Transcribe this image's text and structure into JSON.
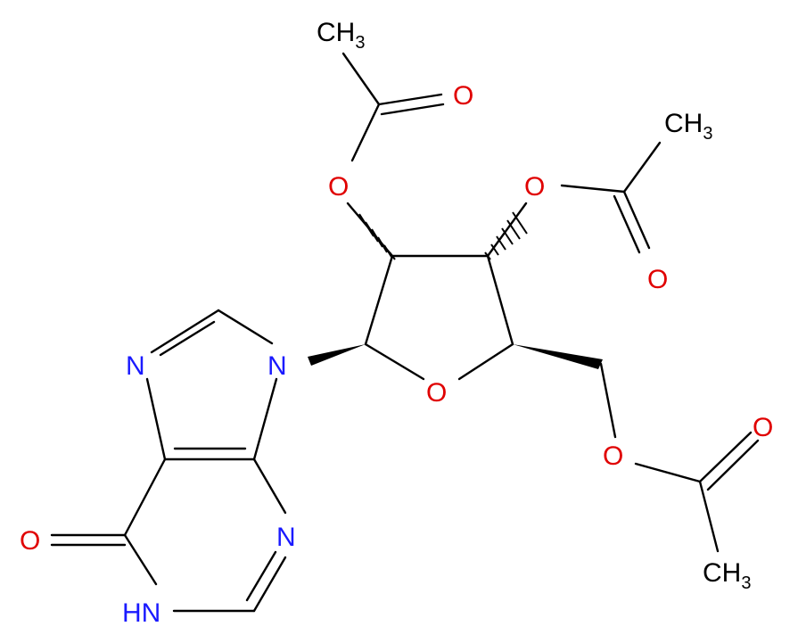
{
  "colors": {
    "carbon": "#000000",
    "oxygen": "#e00000",
    "nitrogen": "#1a1aff",
    "background": "#ffffff"
  },
  "atoms": {
    "methyl_top": "CH",
    "methyl_top_sub": "3",
    "o_carbonyl_1": "O",
    "o_ester_1": "O",
    "methyl_right": "CH",
    "methyl_right_sub": "3",
    "o_ester_2": "O",
    "o_carbonyl_2": "O",
    "n9": "N",
    "n7": "N",
    "o_ring": "O",
    "o_ester_3": "O",
    "o_carbonyl_3": "O",
    "methyl_bottom": "CH",
    "methyl_bottom_sub": "3",
    "o_c6": "O",
    "n3": "N",
    "nh": "HN"
  }
}
